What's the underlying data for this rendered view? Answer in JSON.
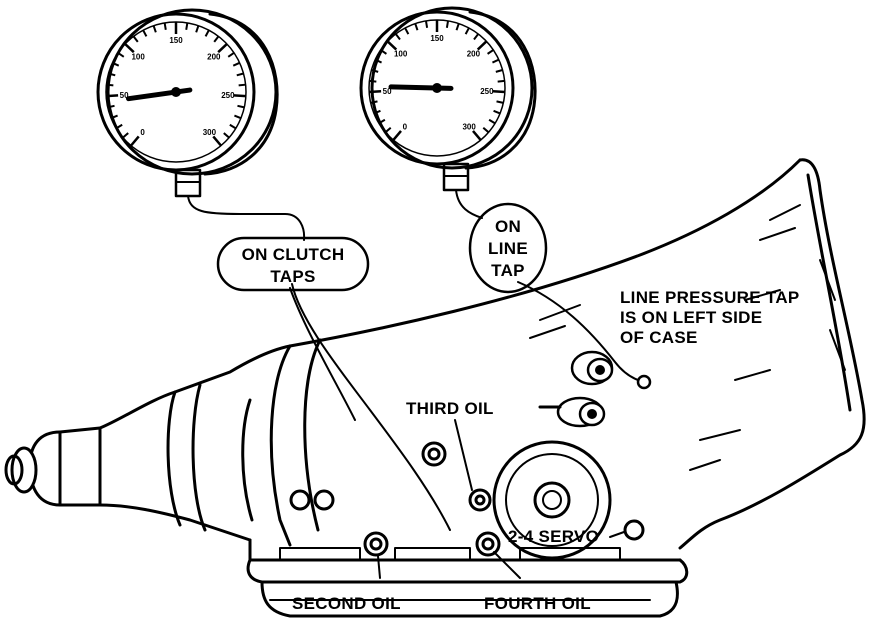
{
  "gauges": [
    {
      "id": "left",
      "scale_labels": [
        "0",
        "50",
        "100",
        "150",
        "200",
        "250",
        "300"
      ],
      "needle_value": 45,
      "scale_max": 300
    },
    {
      "id": "right",
      "scale_labels": [
        "0",
        "50",
        "100",
        "150",
        "200",
        "250",
        "300"
      ],
      "needle_value": 55,
      "scale_max": 300
    }
  ],
  "callouts": {
    "clutch_taps_line1": "ON CLUTCH",
    "clutch_taps_line2": "TAPS",
    "line_tap_line1": "ON",
    "line_tap_line2": "LINE",
    "line_tap_line3": "TAP",
    "line_pressure_line1": "LINE PRESSURE TAP",
    "line_pressure_line2": "IS ON LEFT SIDE",
    "line_pressure_line3": "OF CASE",
    "third_oil": "THIRD OIL",
    "servo": "2-4 SERVO",
    "second_oil": "SECOND OIL",
    "fourth_oil": "FOURTH OIL"
  },
  "colors": {
    "ink": "#000000",
    "paper": "#ffffff"
  }
}
